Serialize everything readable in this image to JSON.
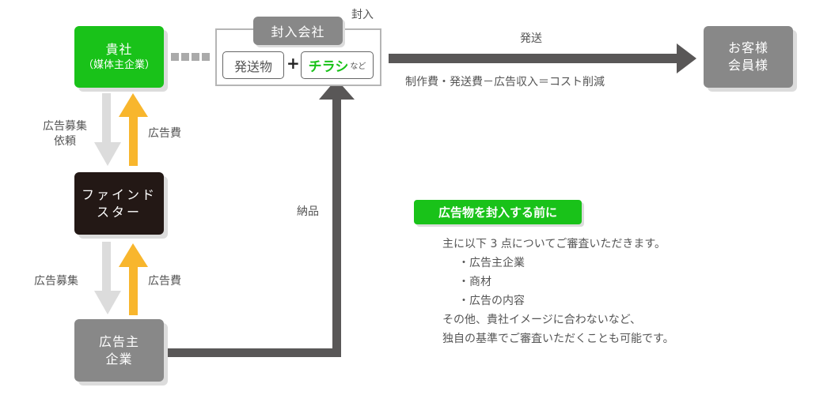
{
  "colors": {
    "green": "#19c219",
    "dark": "#231815",
    "gray_node": "#888888",
    "arrow_dark": "#595757",
    "arrow_gray": "#dcdcdc",
    "arrow_yellow": "#f8b62d",
    "text": "#555555"
  },
  "nodes": {
    "client": {
      "title": "貴社",
      "subtitle": "（媒体主企業）"
    },
    "findstar": {
      "line1": "ファインド",
      "line2": "スター"
    },
    "advertiser": {
      "line1": "広告主",
      "line2": "企業"
    },
    "customer": {
      "line1": "お客様",
      "line2": "会員様"
    },
    "enclosure_company": {
      "title": "封入会社",
      "corner_label": "封入",
      "item1": "発送物",
      "plus": "+",
      "item2": "チラシ",
      "item2_suffix": "など"
    }
  },
  "arrows": {
    "ship_label": "発送",
    "formula": "制作費・発送費－広告収入＝コスト削減",
    "delivery_label": "納品",
    "request_label_1": "広告募集",
    "request_label_2": "依頼",
    "fee_label_top": "広告費",
    "recruit_label": "広告募集",
    "fee_label_bottom": "広告費"
  },
  "note": {
    "badge": "広告物を封入する前に",
    "intro": "主に以下 3 点についてご審査いただきます。",
    "items": [
      "・広告主企業",
      "・商材",
      "・広告の内容"
    ],
    "closing_1": "その他、貴社イメージに合わないなど、",
    "closing_2": "独自の基準でご審査いただくことも可能です。"
  }
}
